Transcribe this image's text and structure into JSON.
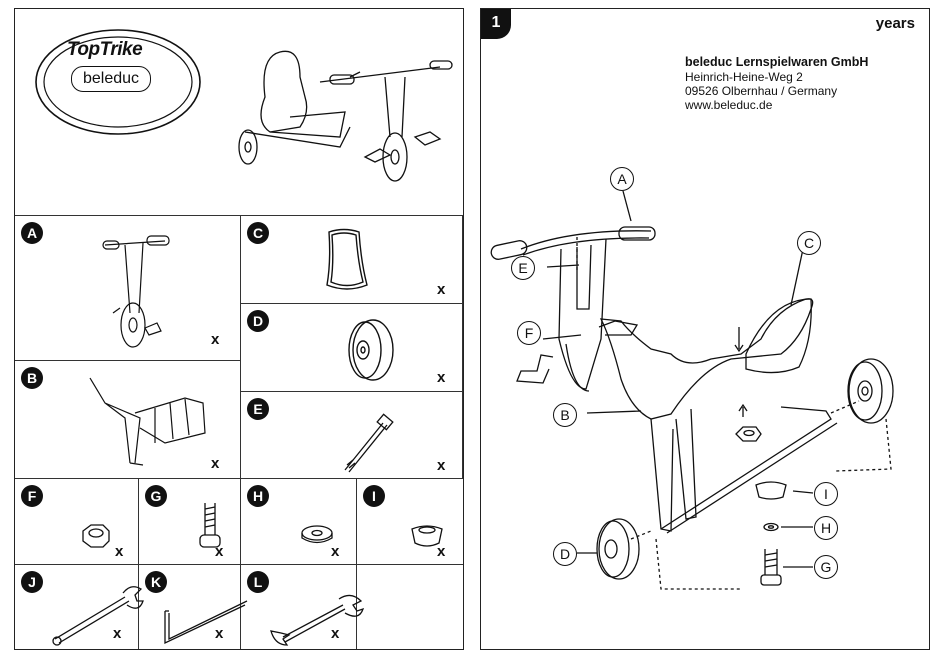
{
  "left": {
    "logo": {
      "top_text": "TopTrike",
      "bottom_text": "beleduc"
    },
    "parts": [
      {
        "letter": "A",
        "qty": "x"
      },
      {
        "letter": "B",
        "qty": "x"
      },
      {
        "letter": "C",
        "qty": "x"
      },
      {
        "letter": "D",
        "qty": "x"
      },
      {
        "letter": "E",
        "qty": "x"
      },
      {
        "letter": "F",
        "qty": "x"
      },
      {
        "letter": "G",
        "qty": "x"
      },
      {
        "letter": "H",
        "qty": "x"
      },
      {
        "letter": "I",
        "qty": "x"
      },
      {
        "letter": "J",
        "qty": "x"
      },
      {
        "letter": "K",
        "qty": "x"
      },
      {
        "letter": "L",
        "qty": "x"
      }
    ]
  },
  "right": {
    "step": "1",
    "years": "years",
    "company": {
      "name": "beleduc Lernspielwaren GmbH",
      "street": "Heinrich-Heine-Weg 2",
      "city": "09526 Olbernhau / Germany",
      "web": "www.beleduc.de"
    },
    "callouts": [
      "A",
      "C",
      "E",
      "F",
      "B",
      "D",
      "I",
      "H",
      "G"
    ]
  }
}
